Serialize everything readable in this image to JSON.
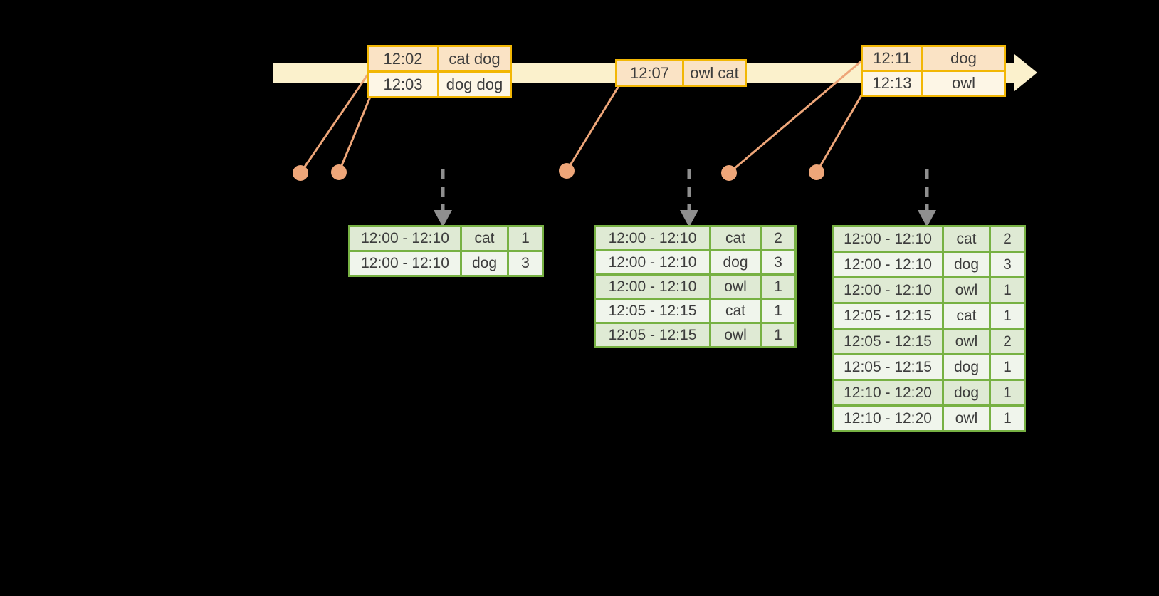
{
  "colors": {
    "background": "#000000",
    "timeline_fill": "#FBF1CC",
    "event_table_border": "#F2B705",
    "event_row_dark": "#FAE3C5",
    "event_row_light": "#FDF6E6",
    "connector_salmon": "#EEA679",
    "result_table_border": "#77B143",
    "result_row_dark": "#DFEAD4",
    "result_row_light": "#F0F5EC",
    "update_arrow_gray": "#8F8F8F",
    "text": "#3D3D3D"
  },
  "event_tables": [
    {
      "rows": [
        {
          "time": "12:02",
          "words": "cat dog"
        },
        {
          "time": "12:03",
          "words": "dog dog"
        }
      ]
    },
    {
      "rows": [
        {
          "time": "12:07",
          "words": "owl cat"
        }
      ]
    },
    {
      "rows": [
        {
          "time": "12:11",
          "words": "dog"
        },
        {
          "time": "12:13",
          "words": "owl"
        }
      ]
    }
  ],
  "result_tables": [
    {
      "rows": [
        {
          "window": "12:00 - 12:10",
          "word": "cat",
          "count": "1"
        },
        {
          "window": "12:00 - 12:10",
          "word": "dog",
          "count": "3"
        }
      ]
    },
    {
      "rows": [
        {
          "window": "12:00 - 12:10",
          "word": "cat",
          "count": "2"
        },
        {
          "window": "12:00 - 12:10",
          "word": "dog",
          "count": "3"
        },
        {
          "window": "12:00 - 12:10",
          "word": "owl",
          "count": "1"
        },
        {
          "window": "12:05 - 12:15",
          "word": "cat",
          "count": "1"
        },
        {
          "window": "12:05 - 12:15",
          "word": "owl",
          "count": "1"
        }
      ]
    },
    {
      "rows": [
        {
          "window": "12:00 - 12:10",
          "word": "cat",
          "count": "2"
        },
        {
          "window": "12:00 - 12:10",
          "word": "dog",
          "count": "3"
        },
        {
          "window": "12:00 - 12:10",
          "word": "owl",
          "count": "1"
        },
        {
          "window": "12:05 - 12:15",
          "word": "cat",
          "count": "1"
        },
        {
          "window": "12:05 - 12:15",
          "word": "owl",
          "count": "2"
        },
        {
          "window": "12:05 - 12:15",
          "word": "dog",
          "count": "1"
        },
        {
          "window": "12:10 - 12:20",
          "word": "dog",
          "count": "1"
        },
        {
          "window": "12:10 - 12:20",
          "word": "owl",
          "count": "1"
        }
      ]
    }
  ]
}
